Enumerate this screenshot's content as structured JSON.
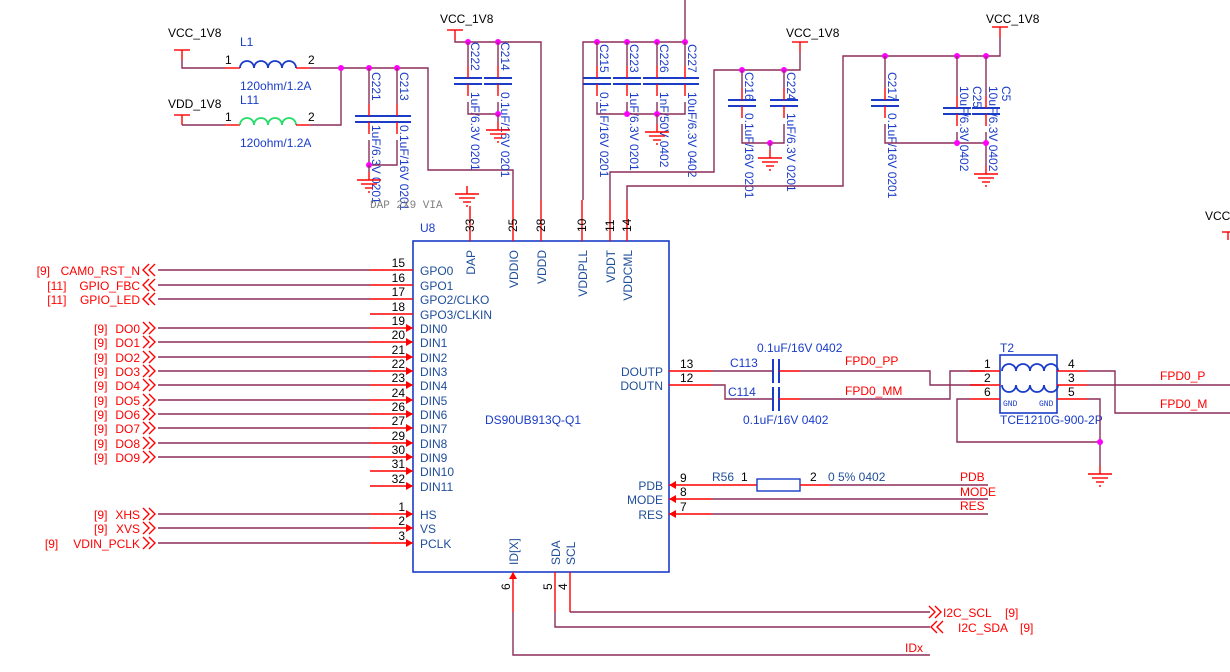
{
  "colors": {
    "wire": "#8b2d5a",
    "pin": "#ff0000",
    "component": "#1a3cc8",
    "pin_name": "#1f4e9a",
    "junction": "#ff00ff",
    "net_label": "#ff0000",
    "pin_number": "#000000",
    "inductor_l11": "#22dd66",
    "note": "#808080"
  },
  "power": {
    "vcc": "VCC_1V8",
    "vdd": "VDD_1V8",
    "vcc_partial": "VCC"
  },
  "inductors": [
    {
      "ref": "L1",
      "value": "120ohm/1.2A",
      "pin1": "1",
      "pin2": "2"
    },
    {
      "ref": "L11",
      "value": "120ohm/1.2A",
      "pin1": "1",
      "pin2": "2"
    }
  ],
  "capacitors": [
    {
      "ref": "C221",
      "value": "1uF/6.3V 0201"
    },
    {
      "ref": "C213",
      "value": "0.1uF/16V 0201"
    },
    {
      "ref": "C222",
      "value": "1uF/6.3V 0201"
    },
    {
      "ref": "C214",
      "value": "0.1uF/16V 0201"
    },
    {
      "ref": "C215",
      "value": "0.1uF/16V 0201"
    },
    {
      "ref": "C223",
      "value": "1uF/6.3V 0201"
    },
    {
      "ref": "C226",
      "value": "1nF/50V 0402"
    },
    {
      "ref": "C227",
      "value": "10uF/6.3V 0402"
    },
    {
      "ref": "C216",
      "value": "0.1uF/16V 0201"
    },
    {
      "ref": "C224",
      "value": "1uF/6.3V 0201"
    },
    {
      "ref": "C217",
      "value": "0.1uF/16V 0201"
    },
    {
      "ref": "C25",
      "value": "10uF/6.3V 0402"
    },
    {
      "ref": "C5",
      "value": "10uF/6.3V 0402"
    }
  ],
  "coupling_caps": [
    {
      "ref": "C113",
      "value": "0.1uF/16V 0402"
    },
    {
      "ref": "C114",
      "value": "0.1uF/16V 0402"
    }
  ],
  "dap_note": "DAP 2X9 VIA",
  "chip": {
    "ref": "U8",
    "part": "DS90UB913Q-Q1",
    "left_pins": [
      {
        "num": "15",
        "name": "GPO0"
      },
      {
        "num": "16",
        "name": "GPO1"
      },
      {
        "num": "17",
        "name": "GPO2/CLKO"
      },
      {
        "num": "18",
        "name": "GPO3/CLKIN"
      },
      {
        "num": "19",
        "name": "DIN0"
      },
      {
        "num": "20",
        "name": "DIN1"
      },
      {
        "num": "21",
        "name": "DIN2"
      },
      {
        "num": "22",
        "name": "DIN3"
      },
      {
        "num": "23",
        "name": "DIN4"
      },
      {
        "num": "24",
        "name": "DIN5"
      },
      {
        "num": "26",
        "name": "DIN6"
      },
      {
        "num": "27",
        "name": "DIN7"
      },
      {
        "num": "29",
        "name": "DIN8"
      },
      {
        "num": "30",
        "name": "DIN9"
      },
      {
        "num": "31",
        "name": "DIN10"
      },
      {
        "num": "32",
        "name": "DIN11"
      },
      {
        "num": "1",
        "name": "HS"
      },
      {
        "num": "2",
        "name": "VS"
      },
      {
        "num": "3",
        "name": "PCLK"
      }
    ],
    "top_pins": [
      {
        "num": "33",
        "name": "DAP"
      },
      {
        "num": "25",
        "name": "VDDIO"
      },
      {
        "num": "28",
        "name": "VDDD"
      },
      {
        "num": "10",
        "name": "VDDPLL"
      },
      {
        "num": "11",
        "name": "VDDT"
      },
      {
        "num": "14",
        "name": "VDDCML"
      }
    ],
    "right_pins": [
      {
        "num": "13",
        "name": "DOUTP"
      },
      {
        "num": "12",
        "name": "DOUTN"
      },
      {
        "num": "9",
        "name": "PDB"
      },
      {
        "num": "8",
        "name": "MODE"
      },
      {
        "num": "7",
        "name": "RES"
      }
    ],
    "bottom_pins": [
      {
        "num": "6",
        "name": "ID[X]"
      },
      {
        "num": "5",
        "name": "SDA"
      },
      {
        "num": "4",
        "name": "SCL"
      }
    ]
  },
  "left_nets": [
    {
      "ref": "[9]",
      "name": "CAM0_RST_N",
      "pin": "15",
      "dir": "out"
    },
    {
      "ref": "[11]",
      "name": "GPIO_FBC",
      "pin": "16",
      "dir": "out"
    },
    {
      "ref": "[11]",
      "name": "GPIO_LED",
      "pin": "17",
      "dir": "out"
    },
    {
      "ref": "[9]",
      "name": "DO0",
      "pin": "19",
      "dir": "in"
    },
    {
      "ref": "[9]",
      "name": "DO1",
      "pin": "20",
      "dir": "in"
    },
    {
      "ref": "[9]",
      "name": "DO2",
      "pin": "21",
      "dir": "in"
    },
    {
      "ref": "[9]",
      "name": "DO3",
      "pin": "22",
      "dir": "in"
    },
    {
      "ref": "[9]",
      "name": "DO4",
      "pin": "23",
      "dir": "in"
    },
    {
      "ref": "[9]",
      "name": "DO5",
      "pin": "24",
      "dir": "in"
    },
    {
      "ref": "[9]",
      "name": "DO6",
      "pin": "26",
      "dir": "in"
    },
    {
      "ref": "[9]",
      "name": "DO7",
      "pin": "27",
      "dir": "in"
    },
    {
      "ref": "[9]",
      "name": "DO8",
      "pin": "29",
      "dir": "in"
    },
    {
      "ref": "[9]",
      "name": "DO9",
      "pin": "30",
      "dir": "in"
    },
    {
      "ref": "[9]",
      "name": "XHS",
      "pin": "1",
      "dir": "in"
    },
    {
      "ref": "[9]",
      "name": "XVS",
      "pin": "2",
      "dir": "in"
    },
    {
      "ref": "[9]",
      "name": "VDIN_PCLK",
      "pin": "3",
      "dir": "in"
    }
  ],
  "transformer": {
    "ref": "T2",
    "part": "TCE1210G-900-2P",
    "pins_left": [
      "1",
      "2",
      "6"
    ],
    "pins_right": [
      "4",
      "3",
      "5"
    ],
    "gnd": "GND"
  },
  "resistor": {
    "ref": "R56",
    "pin1": "1",
    "pin2": "2",
    "value": "0 5% 0402"
  },
  "right_nets": {
    "fpd0_pp": "FPD0_PP",
    "fpd0_mm": "FPD0_MM",
    "fpd0_p": "FPD0_P",
    "fpd0_m": "FPD0_M",
    "pdb": "PDB",
    "mode": "MODE",
    "res": "RES"
  },
  "bottom_nets": {
    "scl": "I2C_SCL",
    "sda": "I2C_SDA",
    "scl_ref": "[9]",
    "sda_ref": "[9]",
    "idx": "IDx"
  }
}
